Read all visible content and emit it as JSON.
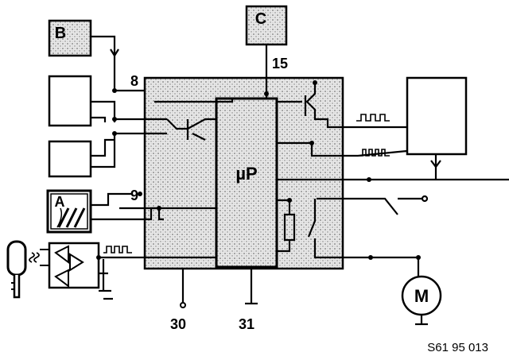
{
  "diagram": {
    "blocks": {
      "b": "B",
      "c": "C",
      "a": "A",
      "mcu": "µP",
      "motor": "M"
    },
    "pins": {
      "p8": "8",
      "p9": "9",
      "p15": "15",
      "p30": "30",
      "p31": "31"
    },
    "code": "S61 95 013"
  }
}
